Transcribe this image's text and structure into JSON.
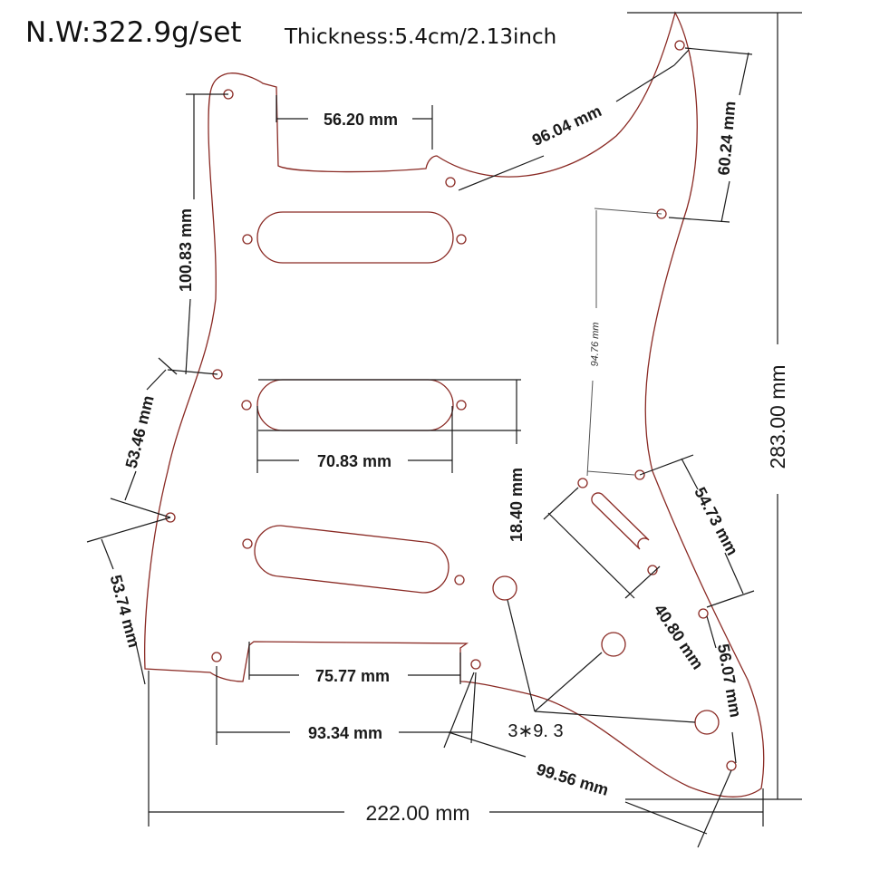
{
  "header": {
    "weight": "N.W:322.9g/set",
    "thickness": "Thickness:5.4cm/2.13inch"
  },
  "dimensions": {
    "neck_pocket_width": "56.20 mm",
    "horn_edge": "96.04 mm",
    "horn_hole_spacing": "60.24 mm",
    "left_upper_spacing": "100.83 mm",
    "right_side_span": "94.76 mm",
    "total_height": "283.00 mm",
    "left_mid_spacing": "53.46 mm",
    "pickup_length": "70.83 mm",
    "pickup_height": "18.40 mm",
    "right_lower_spacing": "54.73 mm",
    "left_lower_spacing": "53.74 mm",
    "switch_slot_length": "40.80 mm",
    "bottom_notch_width": "75.77 mm",
    "bottom_hole_spacing": "93.34 mm",
    "pot_hole_spec": "3∗9. 3",
    "tail_spacing": "56.07 mm",
    "tail_span": "99.56 mm",
    "total_width": "222.00 mm"
  },
  "colors": {
    "outline": "#8a2a24",
    "dimension_lines": "#1a1a1a"
  }
}
